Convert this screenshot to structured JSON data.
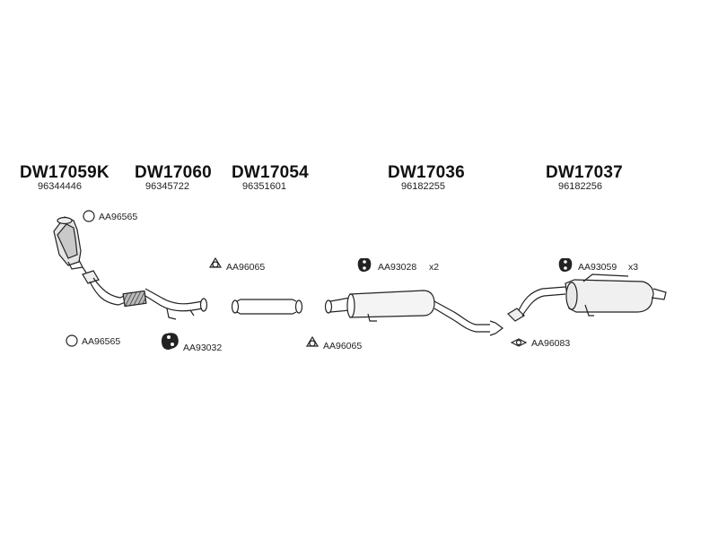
{
  "parts": [
    {
      "code": "DW17059K",
      "number": "96344446"
    },
    {
      "code": "DW17060",
      "number": "96345722"
    },
    {
      "code": "DW17054",
      "number": "96351601"
    },
    {
      "code": "DW17036",
      "number": "96182255"
    },
    {
      "code": "DW17037",
      "number": "96182256"
    }
  ],
  "accessories": {
    "gasket_top": {
      "label": "AA96565"
    },
    "gasket_bottom": {
      "label": "AA96565"
    },
    "hanger_1": {
      "label": "AA93032"
    },
    "flange_1": {
      "label": "AA96065"
    },
    "flange_2": {
      "label": "AA96065"
    },
    "hanger_2": {
      "label": "AA93028",
      "qty": "x2"
    },
    "hanger_3": {
      "label": "AA93059",
      "qty": "x3"
    },
    "flange_3": {
      "label": "AA96083"
    }
  }
}
